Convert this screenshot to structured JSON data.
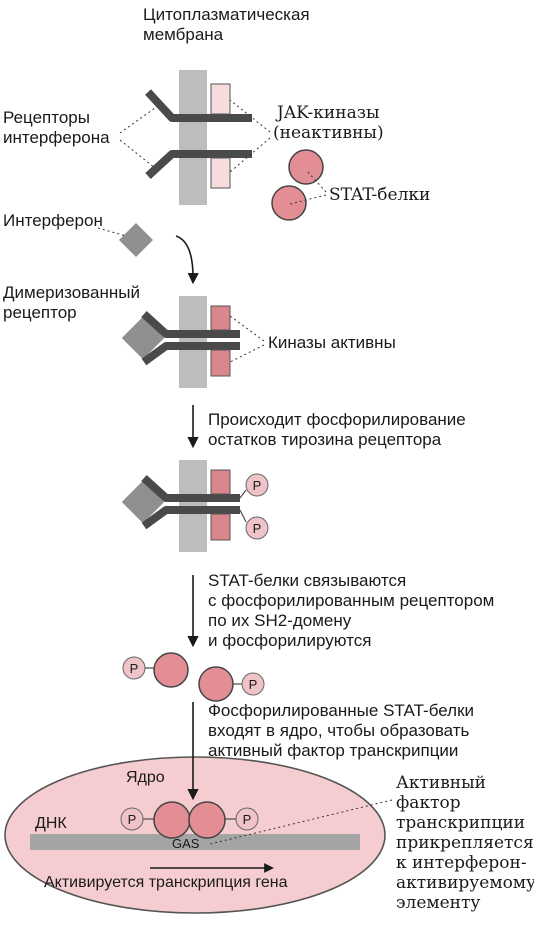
{
  "labels": {
    "membrane_line1": "Цитоплазматическая",
    "membrane_line2": "мембрана",
    "receptors_line1": "Рецепторы",
    "receptors_line2": "интерферона",
    "jak_line1": "JAK-киназы",
    "jak_line2": "(неактивны)",
    "stat": "STAT-белки",
    "interferon": "Интерферон",
    "dimer_line1": "Димеризованный",
    "dimer_line2": "рецептор",
    "kinases_active": "Киназы активны",
    "step1_line1": "Происходит фосфорилирование",
    "step1_line2": "остатков тирозина рецептора",
    "step2_line1": "STAT-белки связываются",
    "step2_line2": "с фосфорилированным рецептором",
    "step2_line3": "по их SH2-домену",
    "step2_line4": "и фосфорилируются",
    "step3_line1": "Фосфорилированные STAT-белки",
    "step3_line2": "входят в ядро, чтобы образовать",
    "step3_line3": "активный фактор транскрипции",
    "nucleus": "Ядро",
    "dna": "ДНК",
    "gas": "GAS",
    "transcription": "Активируется транскрипция гена",
    "factor_line1": "Активный",
    "factor_line2": "фактор",
    "factor_line3": "транскрипции",
    "factor_line4": "прикрепляется",
    "factor_line5": "к интерферон-",
    "factor_line6": "активируемому",
    "factor_line7": "элементу",
    "p": "P"
  },
  "colors": {
    "membrane": "#bdbdbd",
    "receptor": "#4a4a4a",
    "jak_inactive": "#f6dcdc",
    "jak_active": "#d9868c",
    "stat": "#e38d95",
    "phosphate": "#efc3c7",
    "interferon": "#8f8f8f",
    "nucleus": "#f5cdd0",
    "dna": "#a4a4a4"
  }
}
